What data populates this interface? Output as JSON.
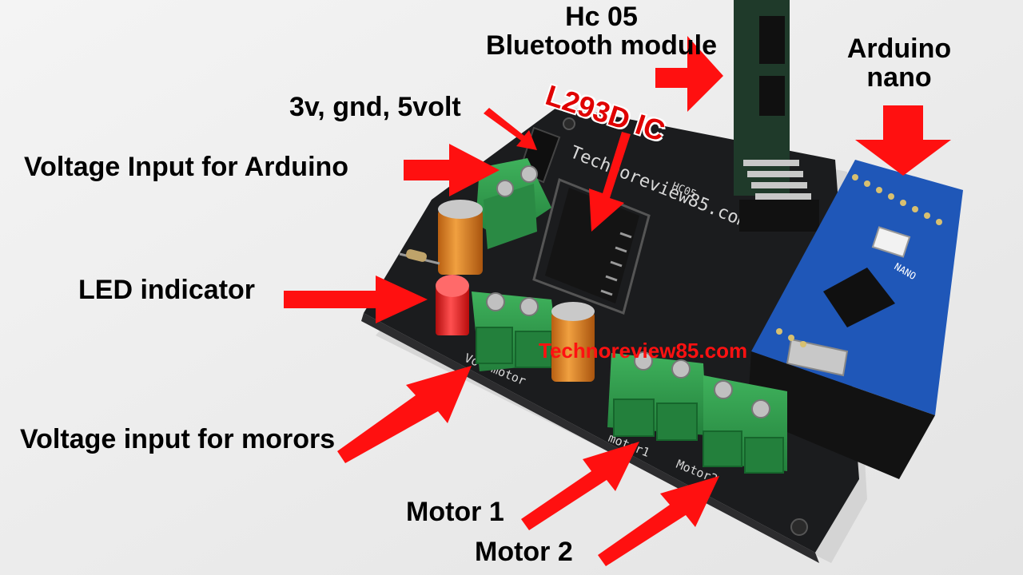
{
  "labels": {
    "hc05_line1": "Hc 05",
    "hc05_line2": "Bluetooth module",
    "arduino_line1": "Arduino",
    "arduino_line2": "nano",
    "power_pins": "3v, gnd, 5volt",
    "l293d": "L293D IC",
    "voltage_input_arduino": "Voltage Input for Arduino",
    "led_indicator": "LED indicator",
    "voltage_input_motors": "Voltage input for morors",
    "motor1": "Motor 1",
    "motor2": "Motor 2"
  },
  "watermark": "Technoreview85.com",
  "silkscreen": {
    "site": "Technoreview85.com",
    "hc05": "HC05",
    "motor1": "motor1",
    "motor2": "Motor2",
    "vmotor": "Vol motor",
    "nano": "NANO"
  },
  "colors": {
    "arrow": "#ff1010",
    "pcb": "#1b1c1e",
    "terminal": "#2f9a4a",
    "nano_board": "#1f57b8",
    "bluetooth_board": "#1f3a2a",
    "capacitor": "#d4791e",
    "led": "#e81818"
  }
}
